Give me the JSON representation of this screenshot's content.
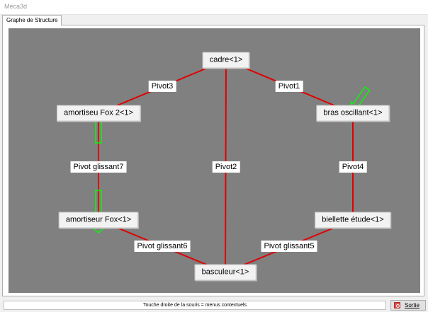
{
  "window": {
    "title": "Meca3d"
  },
  "tabs": [
    {
      "label": "Graphe de Structure",
      "active": true
    }
  ],
  "graph": {
    "link_color": "#e00000",
    "arrow_color": "#00ff00",
    "background_color": "#808080",
    "nodes": {
      "cadre": "cadre<1>",
      "amortiseur_fox_2": "amortiseu Fox 2<1>",
      "bras_oscillant": "bras oscillant<1>",
      "amortiseur_fox": "amortiseur Fox<1>",
      "biellette_etude": "biellette étude<1>",
      "basculeur": "basculeur<1>"
    },
    "joints": {
      "pivot3": "Pivot3",
      "pivot1": "Pivot1",
      "pivot_glissant7": "Pivot glissant7",
      "pivot2": "Pivot2",
      "pivot4": "Pivot4",
      "pivot_glissant6": "Pivot glissant6",
      "pivot_glissant5": "Pivot glissant5"
    }
  },
  "statusbar": {
    "hint": "Touche droite de la souris = menus contextuels",
    "exit_label": "Sortie"
  }
}
